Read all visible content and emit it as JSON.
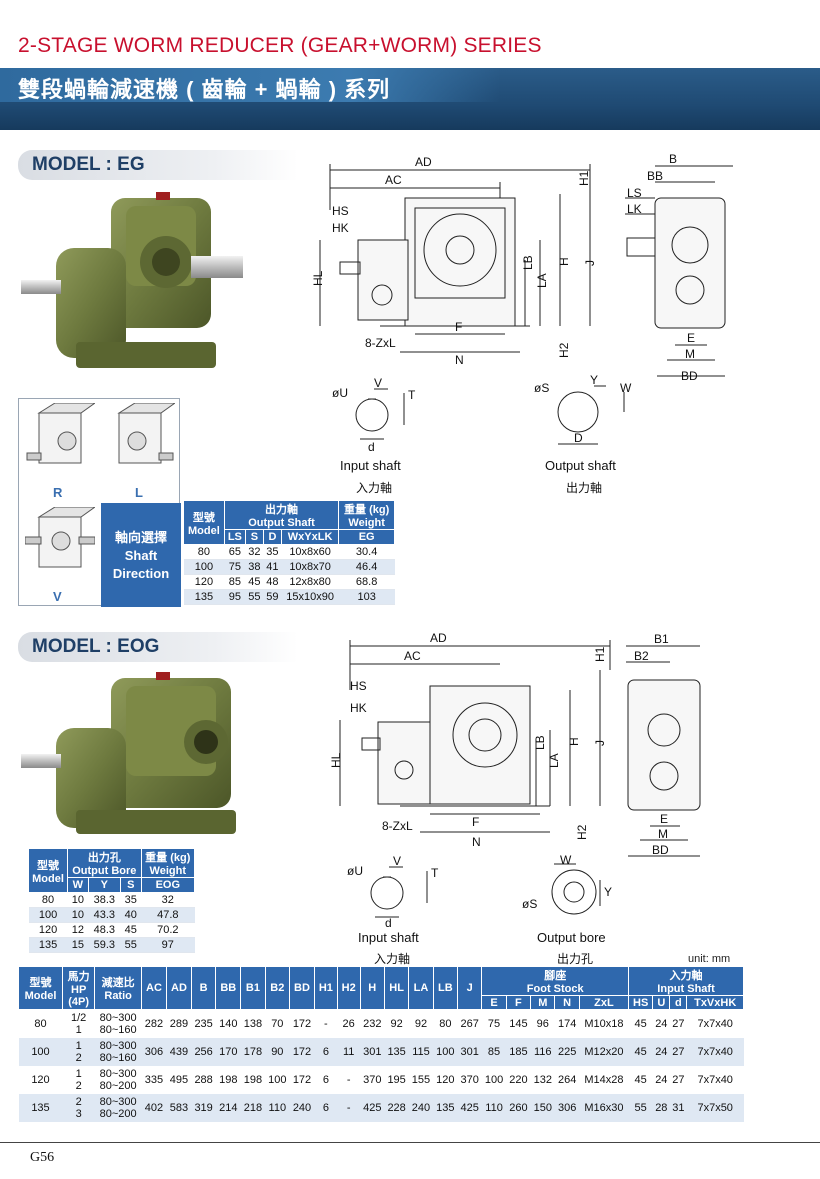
{
  "header": {
    "title_en": "2-STAGE WORM REDUCER (GEAR+WORM) SERIES",
    "title_zh": "雙段蝸輪減速機 ( 齒輪 + 蝸輪 ) 系列"
  },
  "colors": {
    "accent_red": "#c8102e",
    "band_blue": "#1f4a73",
    "table_blue": "#2f68ad",
    "row_alt": "#dfe8f3"
  },
  "model_eg": {
    "title": "MODEL : EG",
    "dims": {
      "AD": "AD",
      "AC": "AC",
      "H1": "H1",
      "HS": "HS",
      "HK": "HK",
      "HL": "HL",
      "LB": "LB",
      "LA": "LA",
      "H": "H",
      "J": "J",
      "F": "F",
      "N": "N",
      "H2": "H2",
      "ZxL": "8-ZxL",
      "B": "B",
      "BB": "BB",
      "LS": "LS",
      "LK": "LK",
      "E": "E",
      "M": "M",
      "BD": "BD"
    },
    "input_shaft": {
      "label_en": "Input shaft",
      "label_zh": "入力軸",
      "U": "øU",
      "V": "V",
      "T": "T",
      "d": "d"
    },
    "output_shaft": {
      "label_en": "Output shaft",
      "label_zh": "出力軸",
      "S": "øS",
      "Y": "Y",
      "W": "W",
      "D": "D"
    },
    "direction": {
      "R": "R",
      "L": "L",
      "V": "V",
      "zh": "軸向選擇",
      "en1": "Shaft",
      "en2": "Direction"
    },
    "table": {
      "h_model_zh": "型號",
      "h_model_en": "Model",
      "h_out_zh": "出力軸",
      "h_out_en": "Output Shaft",
      "h_w_zh": "重量 (kg)",
      "h_w_en": "Weight",
      "sub": [
        "LS",
        "S",
        "D",
        "WxYxLK",
        "EG"
      ],
      "rows": [
        [
          "80",
          "65",
          "32",
          "35",
          "10x8x60",
          "30.4"
        ],
        [
          "100",
          "75",
          "38",
          "41",
          "10x8x70",
          "46.4"
        ],
        [
          "120",
          "85",
          "45",
          "48",
          "12x8x80",
          "68.8"
        ],
        [
          "135",
          "95",
          "55",
          "59",
          "15x10x90",
          "103"
        ]
      ]
    }
  },
  "model_eog": {
    "title": "MODEL : EOG",
    "dims": {
      "AD": "AD",
      "AC": "AC",
      "H1": "H1",
      "HS": "HS",
      "HK": "HK",
      "HL": "HL",
      "LB": "LB",
      "LA": "LA",
      "H": "H",
      "J": "J",
      "F": "F",
      "N": "N",
      "H2": "H2",
      "ZxL": "8-ZxL",
      "B1": "B1",
      "B2": "B2",
      "E": "E",
      "M": "M",
      "BD": "BD"
    },
    "input_shaft": {
      "label_en": "Input shaft",
      "label_zh": "入力軸",
      "U": "øU",
      "V": "V",
      "T": "T",
      "d": "d"
    },
    "output_bore": {
      "label_en": "Output bore",
      "label_zh": "出力孔",
      "S": "øS",
      "Y": "Y",
      "W": "W"
    },
    "table": {
      "h_model_zh": "型號",
      "h_model_en": "Model",
      "h_out_zh": "出力孔",
      "h_out_en": "Output Bore",
      "h_w_zh": "重量 (kg)",
      "h_w_en": "Weight",
      "sub": [
        "W",
        "Y",
        "S",
        "EOG"
      ],
      "rows": [
        [
          "80",
          "10",
          "38.3",
          "35",
          "32"
        ],
        [
          "100",
          "10",
          "43.3",
          "40",
          "47.8"
        ],
        [
          "120",
          "12",
          "48.3",
          "45",
          "70.2"
        ],
        [
          "135",
          "15",
          "59.3",
          "55",
          "97"
        ]
      ]
    }
  },
  "main_table": {
    "unit": "unit: mm",
    "h_model_zh": "型號",
    "h_model_en": "Model",
    "h_hp_zh": "馬力",
    "h_hp_en": "HP",
    "h_hp_sub": "(4P)",
    "h_ratio_zh": "減速比",
    "h_ratio_en": "Ratio",
    "cols": [
      "AC",
      "AD",
      "B",
      "BB",
      "B1",
      "B2",
      "BD",
      "H1",
      "H2",
      "H",
      "HL",
      "LA",
      "LB",
      "J"
    ],
    "h_foot_zh": "腳座",
    "h_foot_en": "Foot Stock",
    "foot_sub": [
      "E",
      "F",
      "M",
      "N",
      "ZxL"
    ],
    "h_in_zh": "入力軸",
    "h_in_en": "Input Shaft",
    "in_sub": [
      "HS",
      "U",
      "d",
      "TxVxHK"
    ],
    "rows": [
      {
        "model": "80",
        "hp1": "1/2",
        "hp2": "1",
        "r1": "80~300",
        "r2": "80~160",
        "vals": [
          "282",
          "289",
          "235",
          "140",
          "138",
          "70",
          "172",
          "-",
          "26",
          "232",
          "92",
          "92",
          "80",
          "267"
        ],
        "foot": [
          "75",
          "145",
          "96",
          "174",
          "M10x18"
        ],
        "inp": [
          "45",
          "24",
          "27",
          "7x7x40"
        ]
      },
      {
        "model": "100",
        "hp1": "1",
        "hp2": "2",
        "r1": "80~300",
        "r2": "80~160",
        "vals": [
          "306",
          "439",
          "256",
          "170",
          "178",
          "90",
          "172",
          "6",
          "11",
          "301",
          "135",
          "115",
          "100",
          "301"
        ],
        "foot": [
          "85",
          "185",
          "116",
          "225",
          "M12x20"
        ],
        "inp": [
          "45",
          "24",
          "27",
          "7x7x40"
        ]
      },
      {
        "model": "120",
        "hp1": "1",
        "hp2": "2",
        "r1": "80~300",
        "r2": "80~200",
        "vals": [
          "335",
          "495",
          "288",
          "198",
          "198",
          "100",
          "172",
          "6",
          "-",
          "370",
          "195",
          "155",
          "120",
          "370"
        ],
        "foot": [
          "100",
          "220",
          "132",
          "264",
          "M14x28"
        ],
        "inp": [
          "45",
          "24",
          "27",
          "7x7x40"
        ]
      },
      {
        "model": "135",
        "hp1": "2",
        "hp2": "3",
        "r1": "80~300",
        "r2": "80~200",
        "vals": [
          "402",
          "583",
          "319",
          "214",
          "218",
          "110",
          "240",
          "6",
          "-",
          "425",
          "228",
          "240",
          "135",
          "425"
        ],
        "foot": [
          "110",
          "260",
          "150",
          "306",
          "M16x30"
        ],
        "inp": [
          "55",
          "28",
          "31",
          "7x7x50"
        ]
      }
    ]
  },
  "footer": {
    "page": "G56"
  }
}
